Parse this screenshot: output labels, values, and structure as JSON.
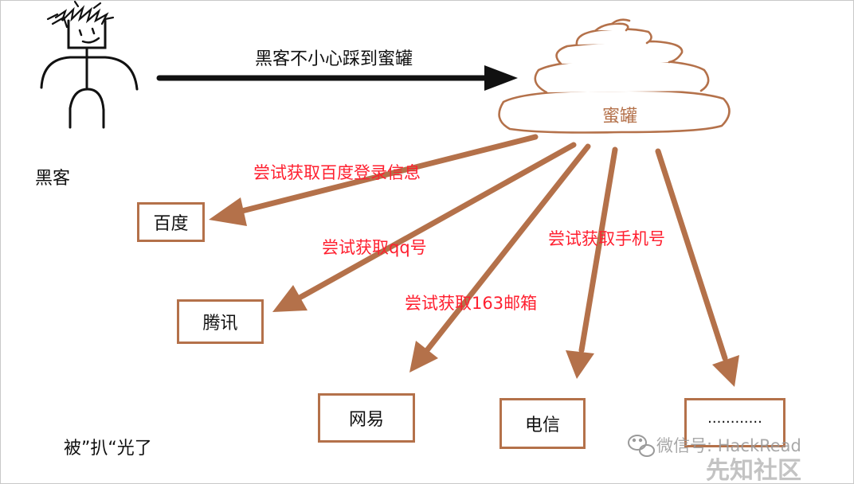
{
  "hacker": {
    "label": "黑客"
  },
  "main_arrow": {
    "label": "黑客不小心踩到蜜罐"
  },
  "honeypot": {
    "label": "蜜罐"
  },
  "attempts": [
    {
      "label": "尝试获取百度登录信息"
    },
    {
      "label": "尝试获取qq号"
    },
    {
      "label": "尝试获取163邮箱"
    },
    {
      "label": "尝试获取手机号"
    }
  ],
  "targets": [
    {
      "label": "百度"
    },
    {
      "label": "腾讯"
    },
    {
      "label": "网易"
    },
    {
      "label": "电信"
    },
    {
      "label": "............"
    }
  ],
  "footer_note": "被”扒“光了",
  "watermark": {
    "wechat": "微信号: HackRead",
    "brand": "先知社区"
  },
  "colors": {
    "arrow_brown": "#b4714a",
    "red_text": "#ff1f2f",
    "black": "#111111"
  }
}
